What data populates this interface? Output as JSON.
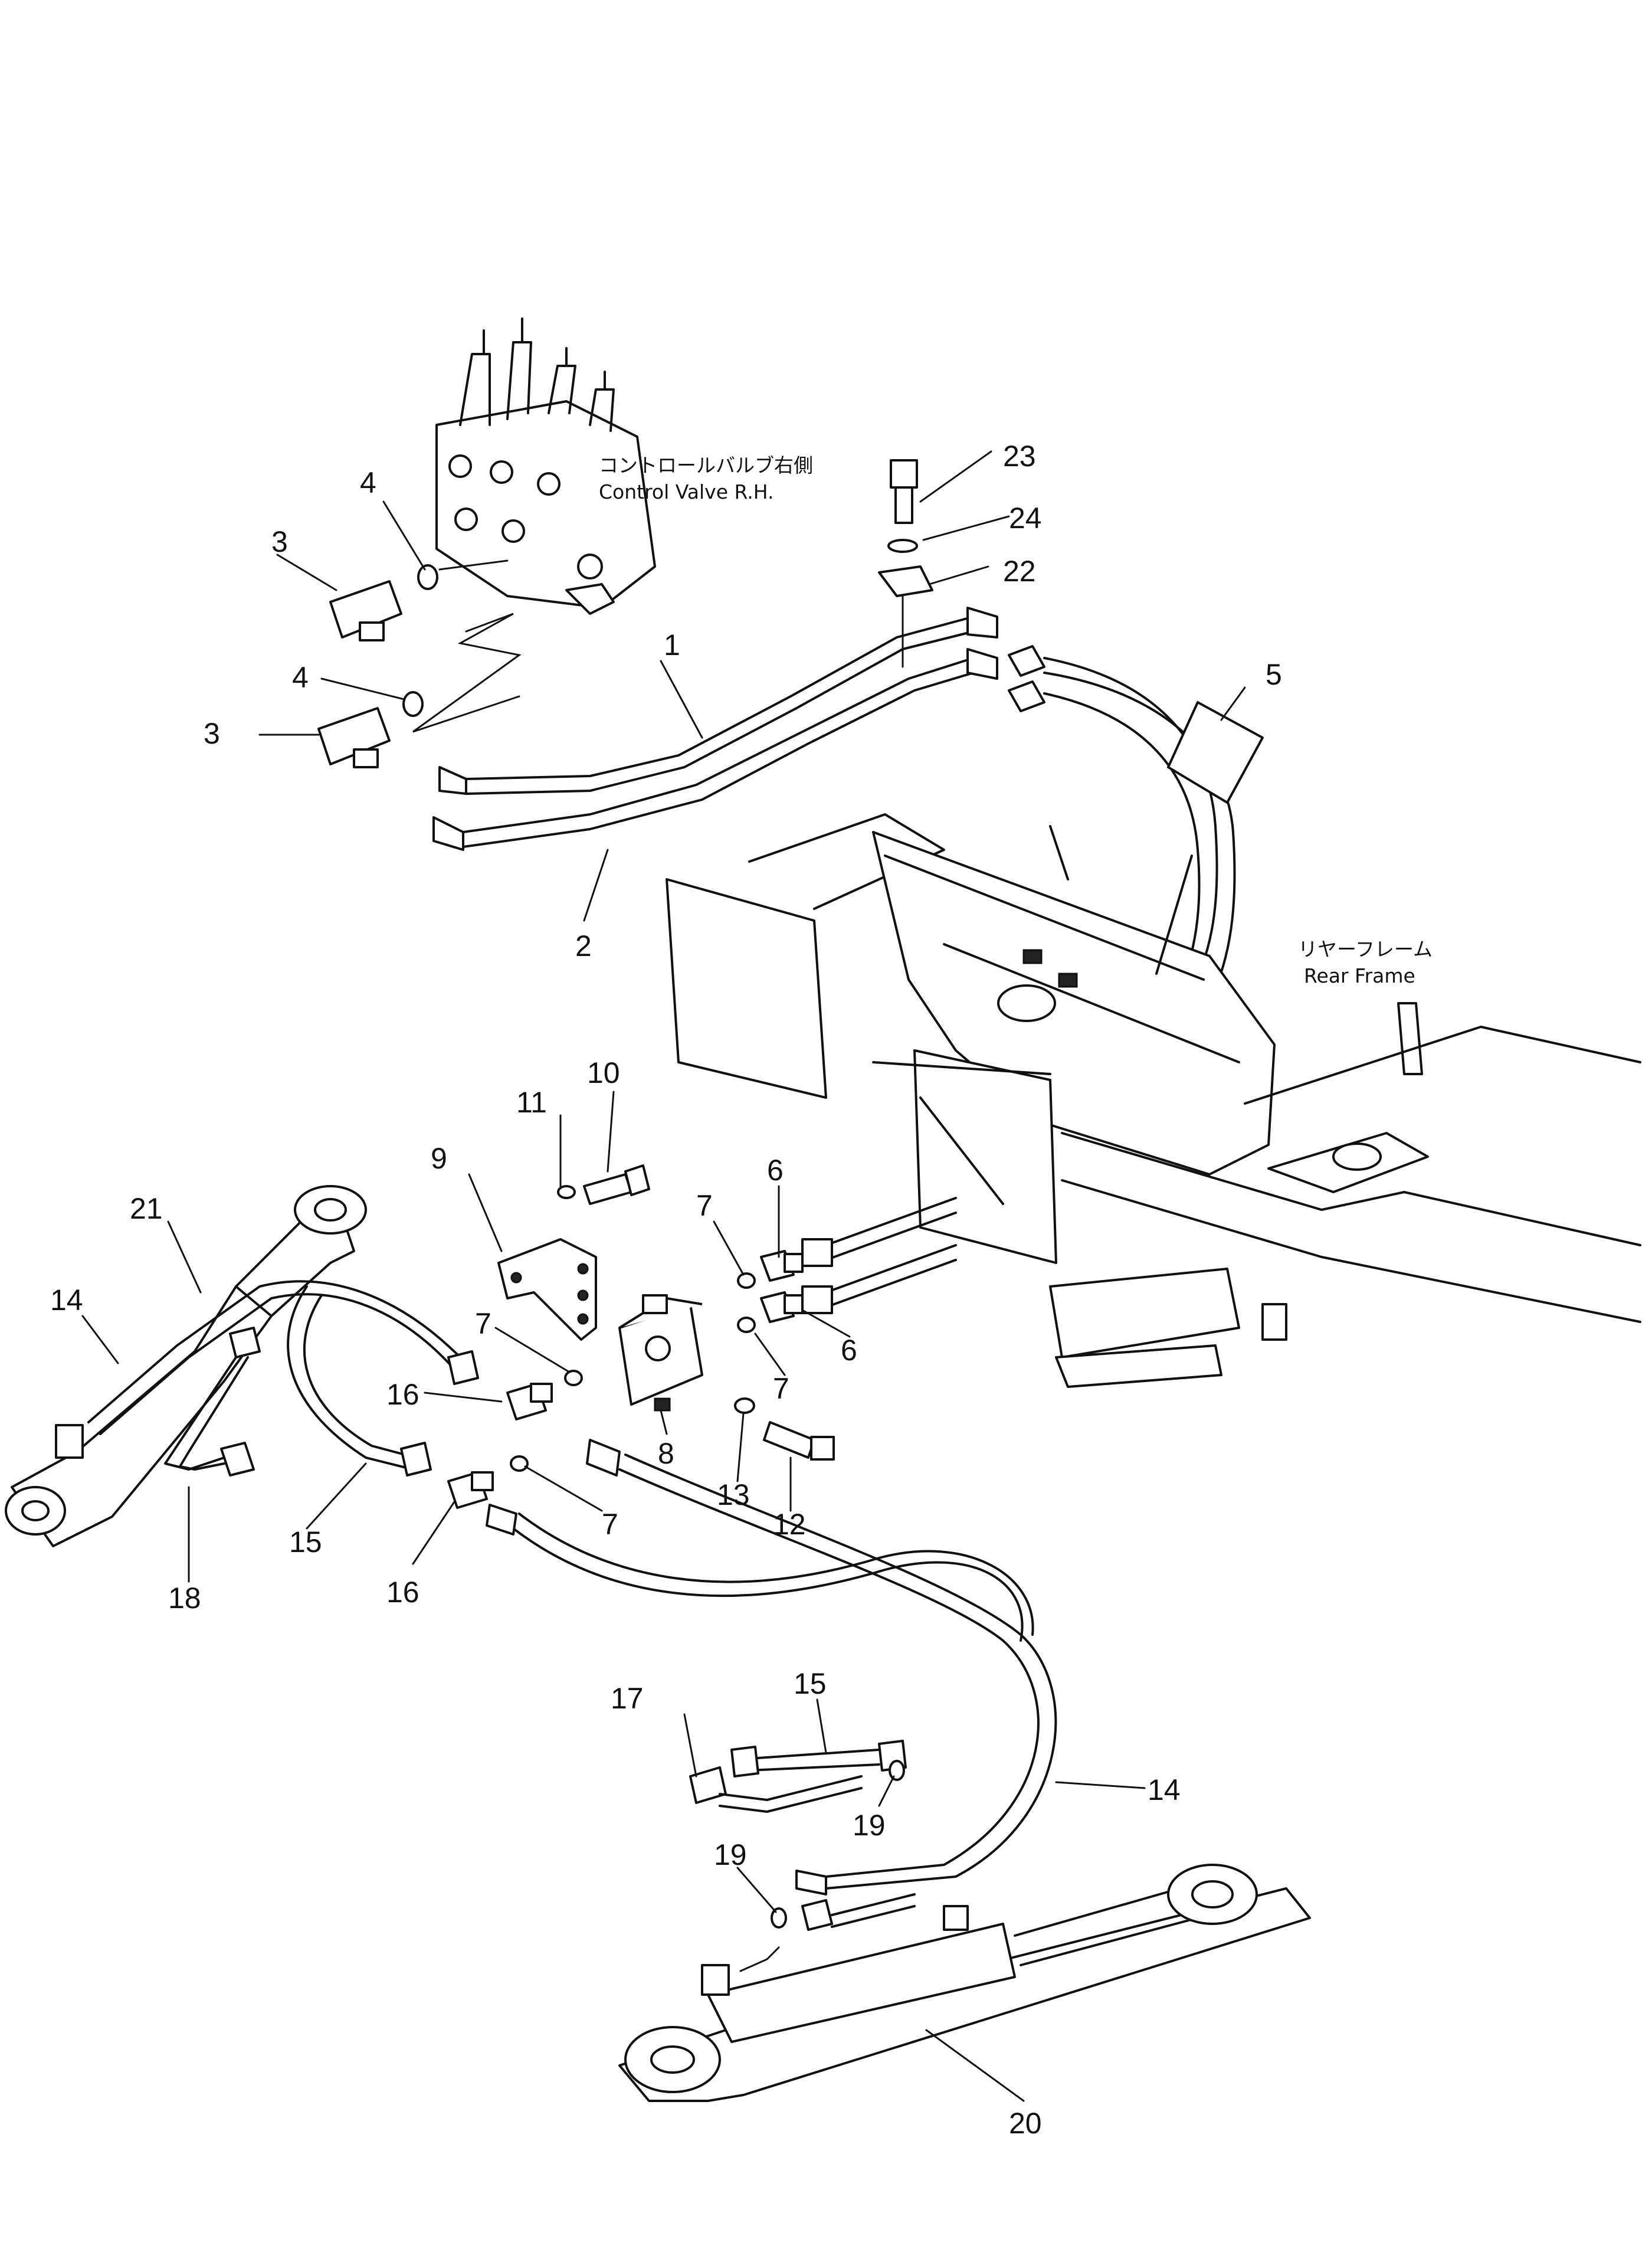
{
  "annotations": {
    "control_valve_jp": "コントロールバルブ右側",
    "control_valve_en": "Control Valve R.H.",
    "rear_frame_jp": "リヤーフレーム",
    "rear_frame_en": "Rear Frame"
  },
  "callouts": [
    "1",
    "2",
    "3",
    "3",
    "4",
    "4",
    "5",
    "6",
    "6",
    "7",
    "7",
    "7",
    "7",
    "8",
    "9",
    "10",
    "11",
    "12",
    "13",
    "14",
    "14",
    "15",
    "15",
    "16",
    "16",
    "17",
    "18",
    "19",
    "19",
    "20",
    "21",
    "22",
    "23",
    "24"
  ]
}
